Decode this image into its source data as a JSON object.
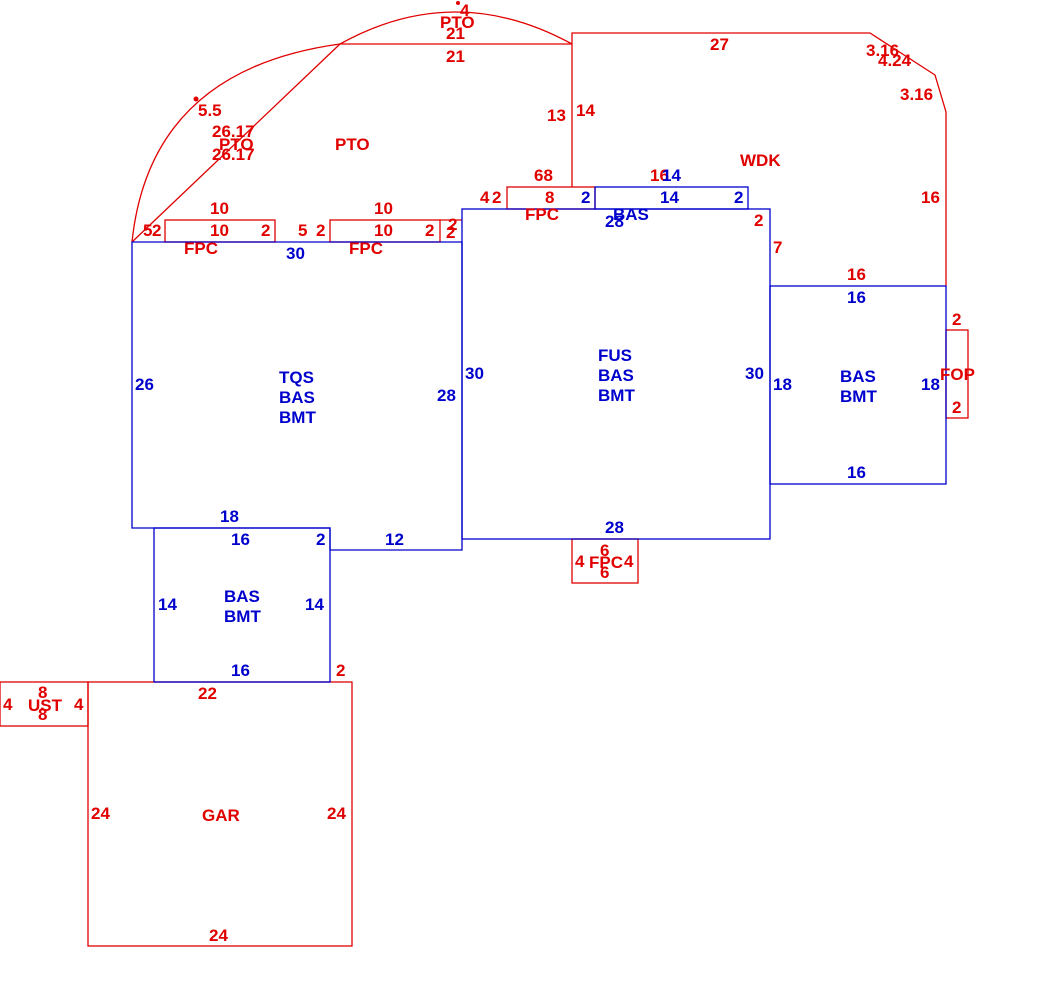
{
  "areas": {
    "pto_top": "PTO",
    "pto_main": "PTO",
    "pto_diag": "PTO",
    "wdk": "WDK",
    "fpc_left1": "FPC",
    "fpc_left2": "FPC",
    "fpc_top": "FPC",
    "bas_top": "BAS",
    "tqs": [
      "TQS",
      "BAS",
      "BMT"
    ],
    "fus": [
      "FUS",
      "BAS",
      "BMT"
    ],
    "bas_right": [
      "BAS",
      "BMT"
    ],
    "fop": "FOP",
    "fpc_bottom": "FPC",
    "bas_small": [
      "BAS",
      "BMT"
    ],
    "ust": "UST",
    "gar": "GAR"
  },
  "dimensions": {
    "d4_pto": "4",
    "d21_pto": "21",
    "d21_chord": "21",
    "d27_wdk": "27",
    "d316_a": "3.16",
    "d424": "4.24",
    "d316_b": "3.16",
    "d55": "5.5",
    "d2617_a": "26.17",
    "d2617_b": "26.17",
    "d13": "13",
    "d14_wdk": "14",
    "d68": "68",
    "d16_14_a": "16",
    "d16_14_b": "14",
    "d16_wdk_right": "16",
    "d10_a_top": "10",
    "d10_b_top": "10",
    "d52_a": "5",
    "d52_b": "2",
    "d10_a": "10",
    "d2_a": "2",
    "d5_mid": "5",
    "d2_mid": "2",
    "d10_b": "10",
    "d2_b": "2",
    "d2_c1": "2",
    "d2_c2": "2",
    "d4_fpc": "4",
    "d2_fpc": "2",
    "d8_fpc": "8",
    "d2_fpc_blue": "2",
    "d14_bas": "14",
    "d2_bas": "2",
    "d28_top": "28",
    "d2_fus": "2",
    "d7": "7",
    "d30_top": "30",
    "d26": "26",
    "d28_tqs": "28",
    "d30_fus_l": "30",
    "d30_fus_r": "30",
    "d18_bas_l": "18",
    "d16_bas_top_red": "16",
    "d16_bas_top": "16",
    "d18_bas_r": "18",
    "d16_bas_bottom": "16",
    "d2_fop_top": "2",
    "d2_fop_bottom": "2",
    "d18_tqs": "18",
    "d16_small": "16",
    "d2_small": "2",
    "d12": "12",
    "d28_fus_bottom": "28",
    "d6_top": "6",
    "d4_fpcb_l": "4",
    "d4_fpcb_r": "4",
    "d6_bottom": "6",
    "d14_small_l": "14",
    "d14_small_r": "14",
    "d16_small_bottom": "16",
    "d2_small_r": "2",
    "d8_ust_top": "8",
    "d4_ust_l": "4",
    "d4_ust_r": "4",
    "d8_ust_bottom": "8",
    "d22_gar": "22",
    "d24_gar_l": "24",
    "d24_gar_r": "24",
    "d24_gar_bottom": "24"
  },
  "colors": {
    "exterior": "#e00000",
    "living": "#0000cc",
    "background": "#ffffff"
  }
}
